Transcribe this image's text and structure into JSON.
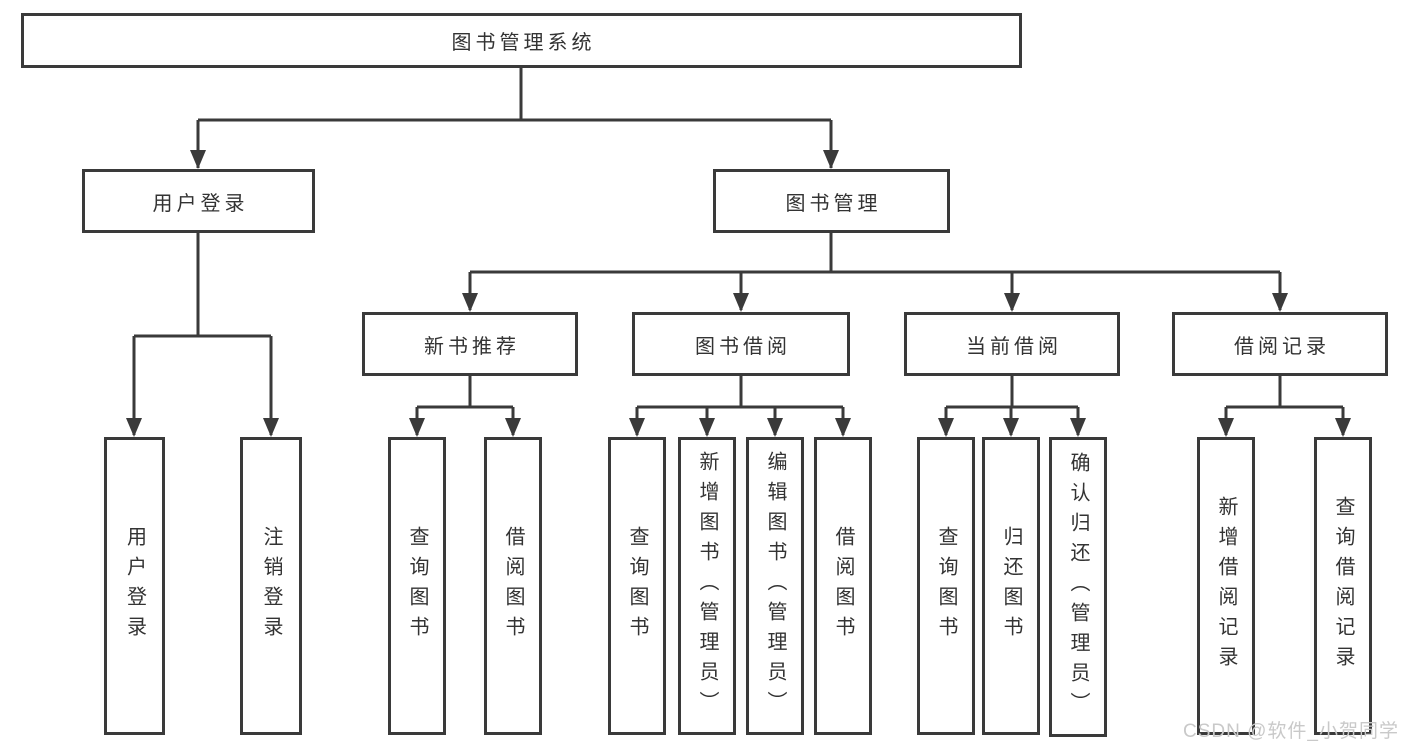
{
  "diagram": {
    "type": "tree",
    "root": {
      "label": "图书管理系统",
      "children": [
        {
          "label": "用户登录",
          "children": [
            {
              "label": "用户登录"
            },
            {
              "label": "注销登录"
            }
          ]
        },
        {
          "label": "图书管理",
          "children": [
            {
              "label": "新书推荐",
              "children": [
                {
                  "label": "查询图书"
                },
                {
                  "label": "借阅图书"
                }
              ]
            },
            {
              "label": "图书借阅",
              "children": [
                {
                  "label": "查询图书"
                },
                {
                  "label": "新增图书（管理员）"
                },
                {
                  "label": "编辑图书（管理员）"
                },
                {
                  "label": "借阅图书"
                }
              ]
            },
            {
              "label": "当前借阅",
              "children": [
                {
                  "label": "查询图书"
                },
                {
                  "label": "归还图书"
                },
                {
                  "label": "确认归还（管理员）"
                }
              ]
            },
            {
              "label": "借阅记录",
              "children": [
                {
                  "label": "新增借阅记录"
                },
                {
                  "label": "查询借阅记录"
                }
              ]
            }
          ]
        }
      ]
    }
  },
  "watermark": {
    "text": "CSDN @软件_小贺同学"
  },
  "colors": {
    "line": "#3a3a3a",
    "text": "#333333",
    "background": "#ffffff",
    "watermark": "#c9c9c9"
  }
}
